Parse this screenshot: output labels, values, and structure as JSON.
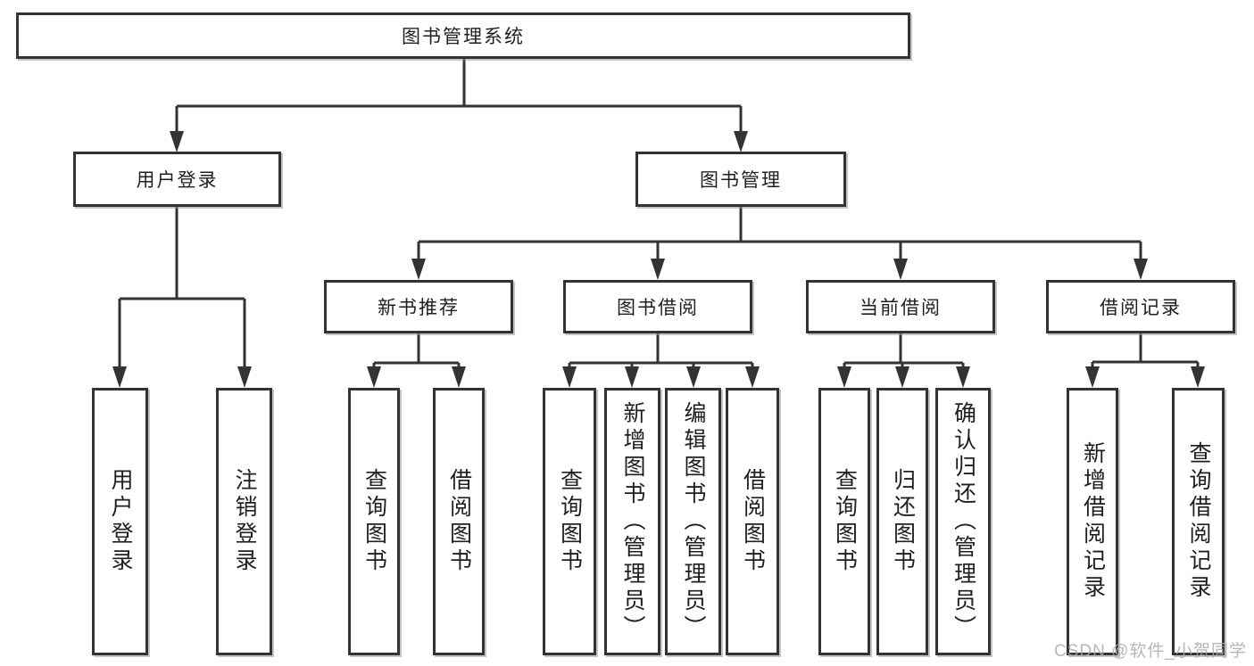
{
  "diagram": {
    "root": {
      "label": "图书管理系统"
    },
    "level2": [
      {
        "label": "用户登录"
      },
      {
        "label": "图书管理"
      }
    ],
    "level3": [
      {
        "label": "新书推荐"
      },
      {
        "label": "图书借阅"
      },
      {
        "label": "当前借阅"
      },
      {
        "label": "借阅记录"
      }
    ],
    "leaves": {
      "user_login": [
        "用户登录",
        "注销登录"
      ],
      "new_book_recommend": [
        "查询图书",
        "借阅图书"
      ],
      "book_borrow": [
        "查询图书",
        "新增图书（管理员）",
        "编辑图书（管理员）",
        "借阅图书"
      ],
      "current_borrow": [
        "查询图书",
        "归还图书",
        "确认归还（管理员）"
      ],
      "borrow_records": [
        "新增借阅记录",
        "查询借阅记录"
      ]
    }
  },
  "watermark": "CSDN @软件_小贺同学",
  "colors": {
    "line": "#333333",
    "text": "#1f1f1f",
    "background": "#ffffff",
    "watermark": "#aaaaaa"
  }
}
